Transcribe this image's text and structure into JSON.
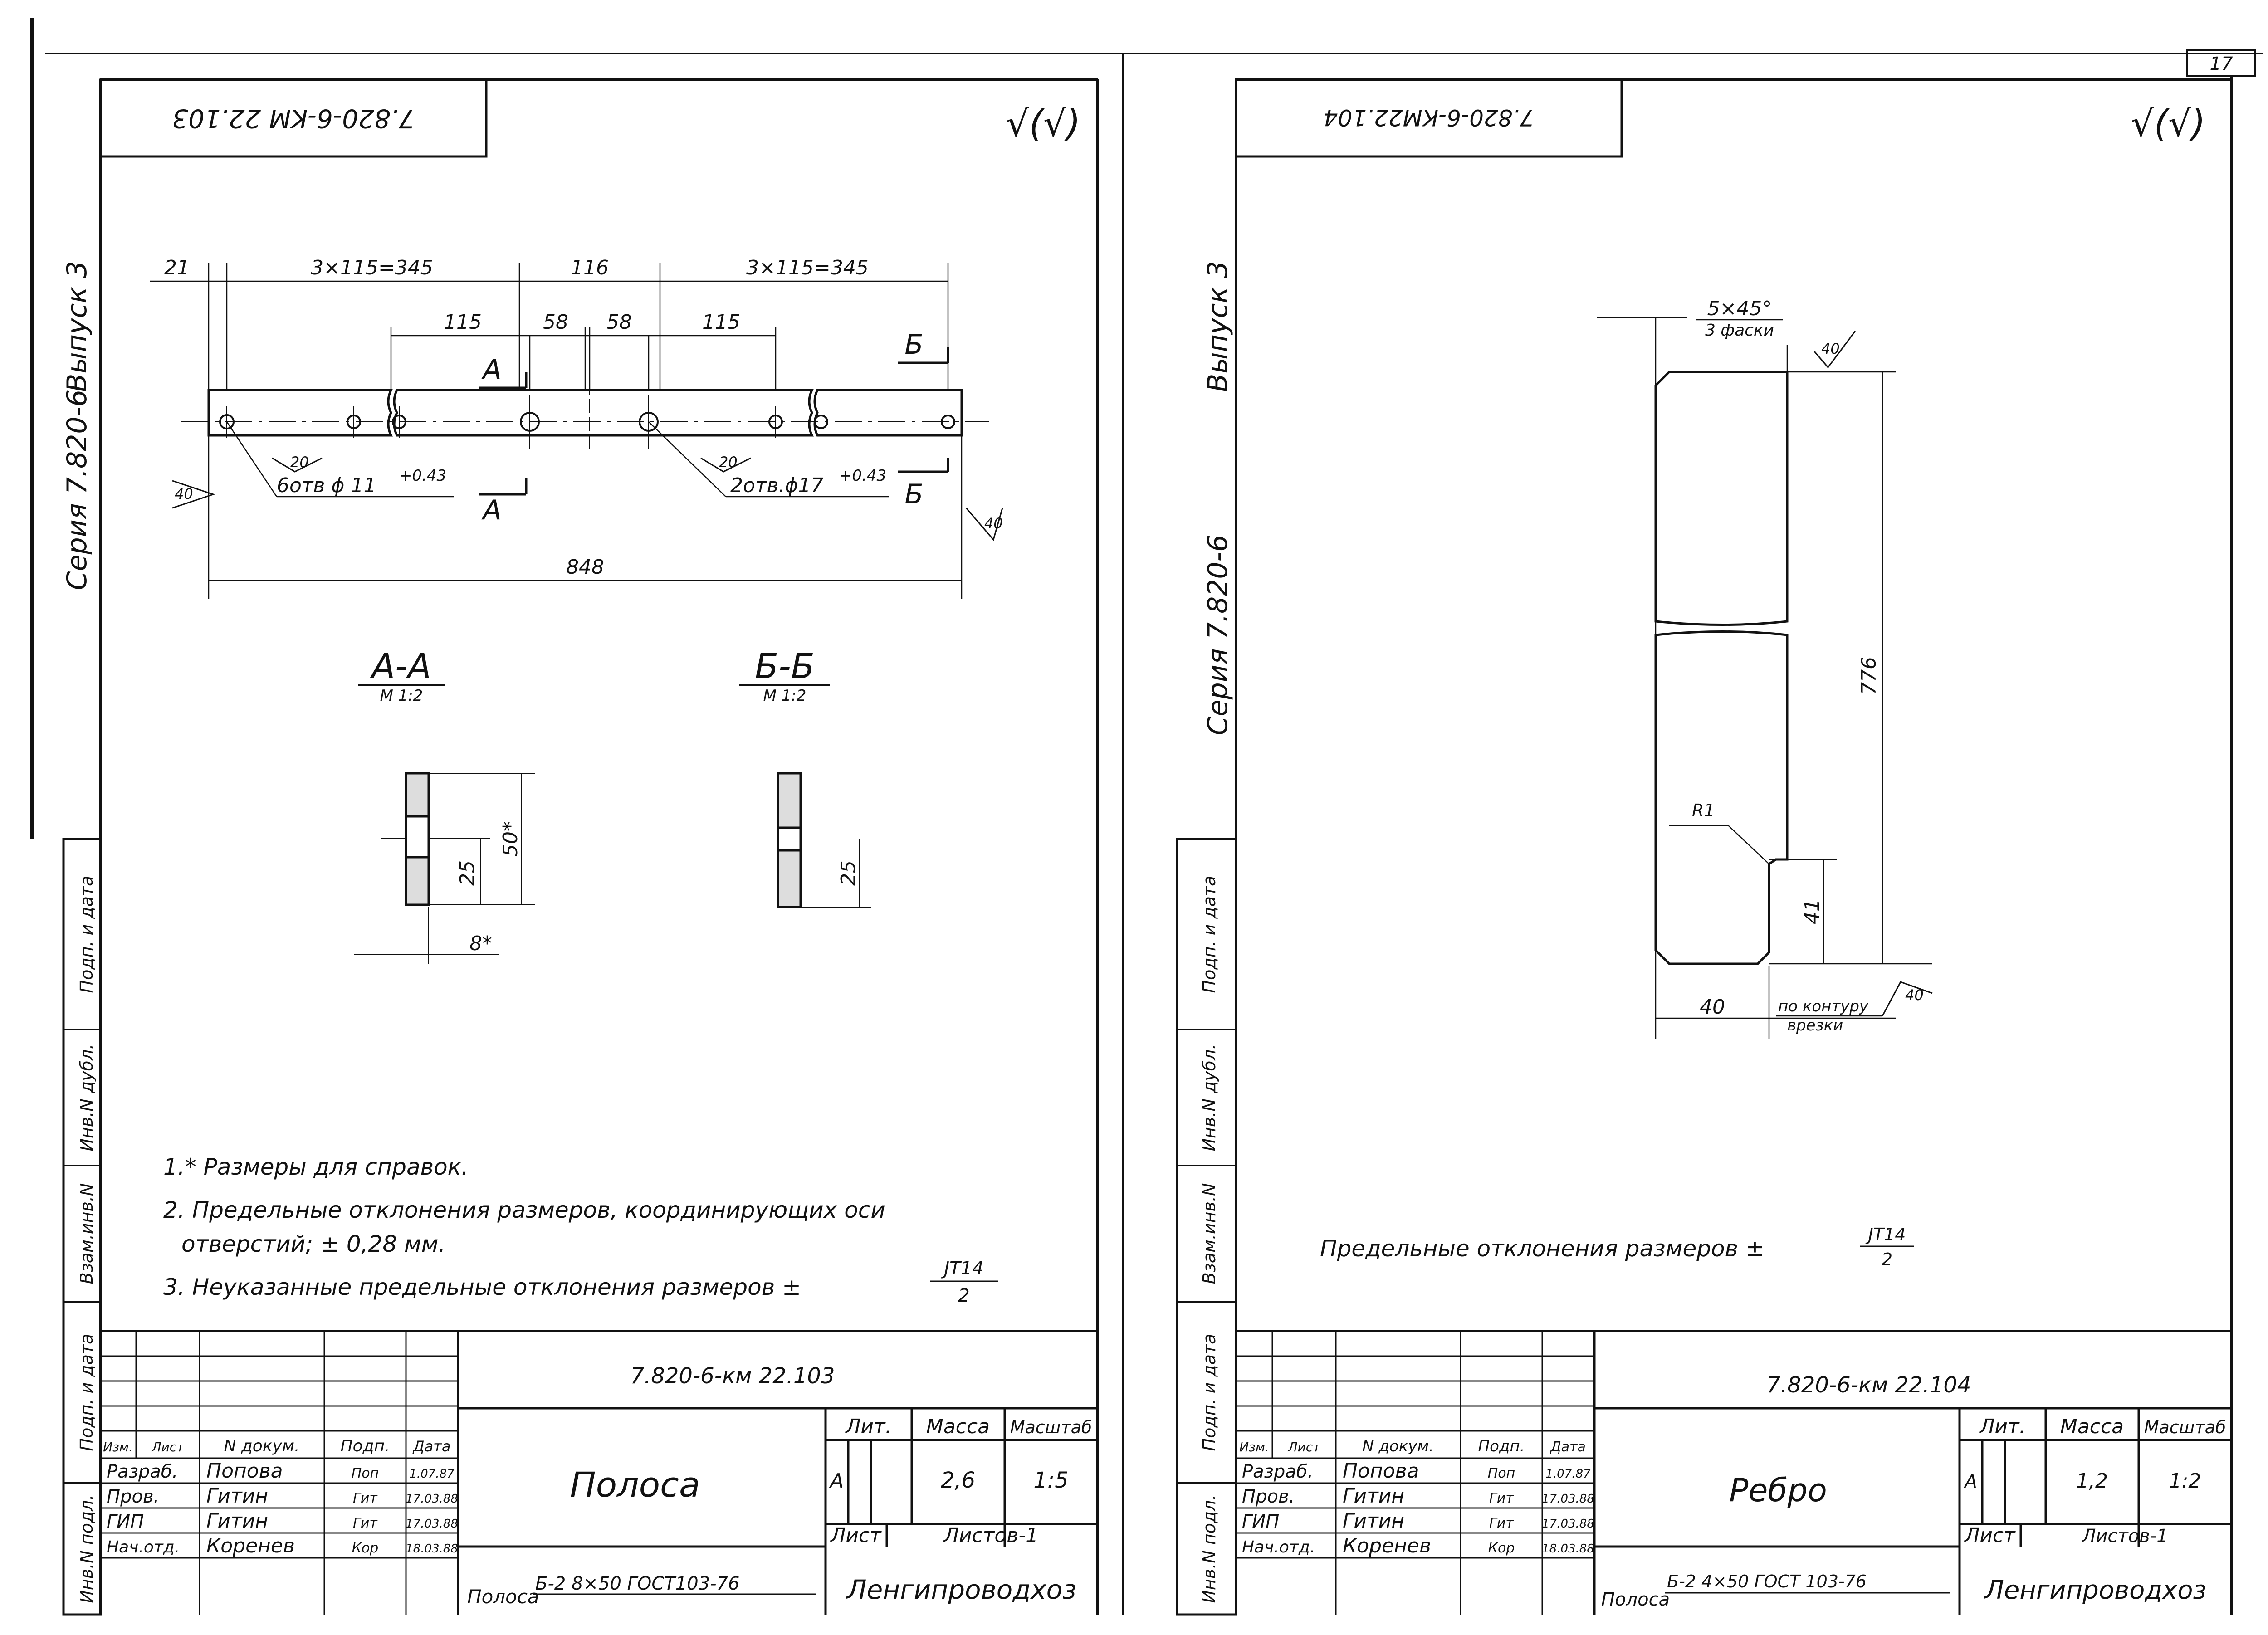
{
  "sheet_number": "17",
  "left": {
    "code_box": "7.820-6-KM 22.103",
    "roughness_mark": "√(√)",
    "series": "Серия 7.820-6",
    "issue": "Выпуск 3",
    "dims": {
      "d21": "21",
      "d3x115a": "3×115=345",
      "d116": "116",
      "d3x115b": "3×115=345",
      "d115a": "115",
      "d58a": "58",
      "d58b": "58",
      "d115b": "115",
      "d848": "848",
      "r20a": "20",
      "r20b": "20",
      "r40a": "40",
      "r40b": "40",
      "holes_a": "6отв ϕ 11",
      "holes_a_tol": "+0.43",
      "holes_b": "2отв.ϕ17",
      "holes_b_tol": "+0.43",
      "sec_a": "А",
      "sec_b": "Б",
      "d50": "50*",
      "d25a": "25",
      "d8": "8*",
      "d25b": "25"
    },
    "section_aa": "А-А",
    "section_aa_scale": "М 1:2",
    "section_bb": "Б-Б",
    "section_bb_scale": "М 1:2",
    "notes": [
      "1.* Размеры для справок.",
      "2. Предельные отклонения размеров, координирующих оси",
      "отверстий; ± 0,28 мм.",
      "3. Неуказанные предельные отклонения размеров ±"
    ],
    "note_frac_num": "JT14",
    "note_frac_den": "2",
    "title_block": {
      "doc_code": "7.820-6-км 22.103",
      "header": [
        "Изм.",
        "Лист",
        "N докум.",
        "Подп.",
        "Дата"
      ],
      "rows": [
        [
          "Разраб.",
          "Попова",
          "Поп",
          "1.07.87"
        ],
        [
          "Пров.",
          "Гитин",
          "Гит",
          "17.03.88"
        ],
        [
          "ГИП",
          "Гитин",
          "Гит",
          "17.03.88"
        ],
        [
          "Нач.отд.",
          "Коренев",
          "Кор",
          "18.03.88"
        ]
      ],
      "name": "Полоса",
      "lit_label": "Лит.",
      "mass_label": "Масса",
      "scale_label": "Масштаб",
      "lit": "А",
      "mass": "2,6",
      "scale": "1:5",
      "sheet_label": "Лист",
      "sheets_label": "Листов-1",
      "material_prefix": "Полоса",
      "material": "Б-2 8×50 ГОСТ103-76",
      "org": "Ленгипроводхоз"
    },
    "side_stamp": [
      "Подп. и дата",
      "Инв.N дубл.",
      "Взам.инв.N",
      "Подп. и дата",
      "Инв.N подл."
    ]
  },
  "right": {
    "code_box": "7.820-6-КМ22.104",
    "roughness_mark": "√(√)",
    "series": "Серия 7.820-6",
    "issue": "Выпуск 3",
    "chamfer": "5×45°",
    "chamfer_note": "3 фаски",
    "r40a": "40",
    "r40b": "40",
    "d776": "776",
    "r1": "R1",
    "d41": "41",
    "d40": "40",
    "contour_1": "по контуру",
    "contour_2": "врезки",
    "note": "Предельные отклонения размеров ±",
    "note_frac_num": "JT14",
    "note_frac_den": "2",
    "title_block": {
      "doc_code": "7.820-6-км 22.104",
      "header": [
        "Изм.",
        "Лист",
        "N докум.",
        "Подп.",
        "Дата"
      ],
      "rows": [
        [
          "Разраб.",
          "Попова",
          "Поп",
          "1.07.87"
        ],
        [
          "Пров.",
          "Гитин",
          "Гит",
          "17.03.88"
        ],
        [
          "ГИП",
          "Гитин",
          "Гит",
          "17.03.88"
        ],
        [
          "Нач.отд.",
          "Коренев",
          "Кор",
          "18.03.88"
        ]
      ],
      "name": "Ребро",
      "lit_label": "Лит.",
      "mass_label": "Масса",
      "scale_label": "Масштаб",
      "lit": "А",
      "mass": "1,2",
      "scale": "1:2",
      "sheet_label": "Лист",
      "sheets_label": "Листов-1",
      "material_prefix": "Полоса",
      "material": "Б-2 4×50 ГОСТ 103-76",
      "org": "Ленгипроводхоз"
    },
    "side_stamp": [
      "Подп. и дата",
      "Инв.N дубл.",
      "Взам.инв.N",
      "Подп. и дата",
      "Инв.N подл."
    ]
  }
}
